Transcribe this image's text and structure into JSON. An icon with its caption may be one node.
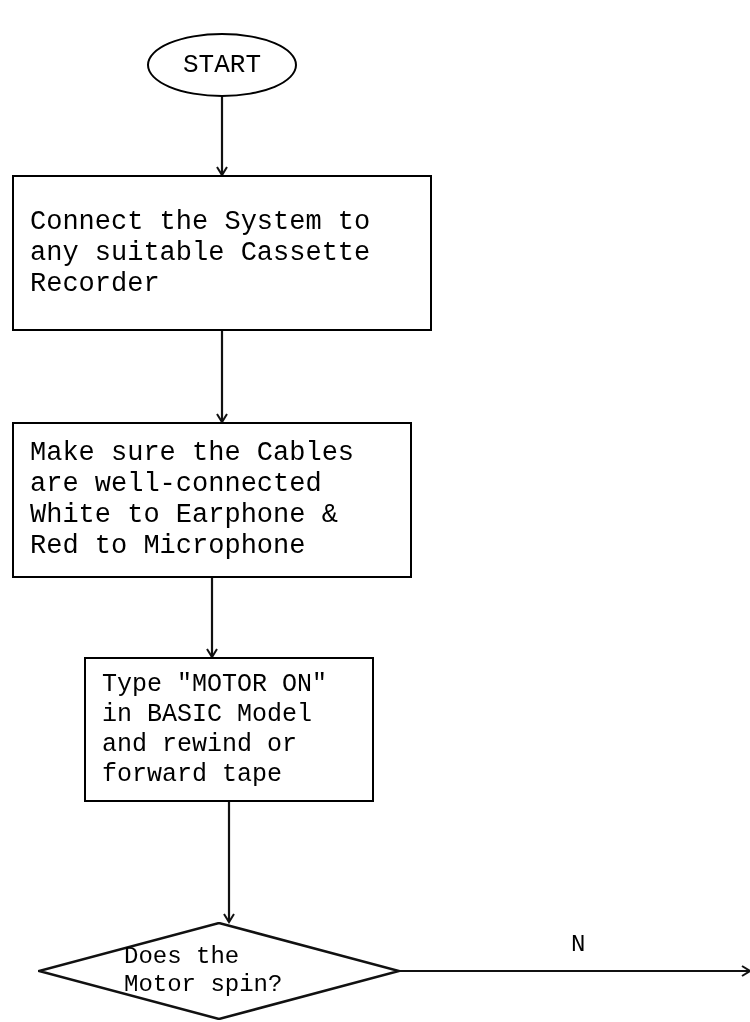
{
  "diagram": {
    "nodes": [
      {
        "text": [
          "START"
        ]
      },
      {
        "text": [
          "Connect the System to any suitable Cassette Recorder"
        ]
      },
      {
        "text": [
          "Make sure the Cables are well-connected White to Earphone & Red to Microphone"
        ]
      },
      {
        "text": [
          "Type \"MOTOR ON\" in BASIC Model and rewind or forward tape"
        ]
      },
      {
        "text": [
          "Does the Motor spin?"
        ]
      }
    ],
    "edges": [
      {
        "from": 0,
        "to": 1,
        "arrow": "to"
      },
      {
        "from": 1,
        "to": 2,
        "arrow": "to"
      },
      {
        "from": 2,
        "to": 3,
        "arrow": "to"
      },
      {
        "from": 3,
        "to": 4,
        "arrow": "to"
      },
      {
        "from": 4,
        "to": null,
        "arrow": "to",
        "label": "N"
      }
    ]
  }
}
